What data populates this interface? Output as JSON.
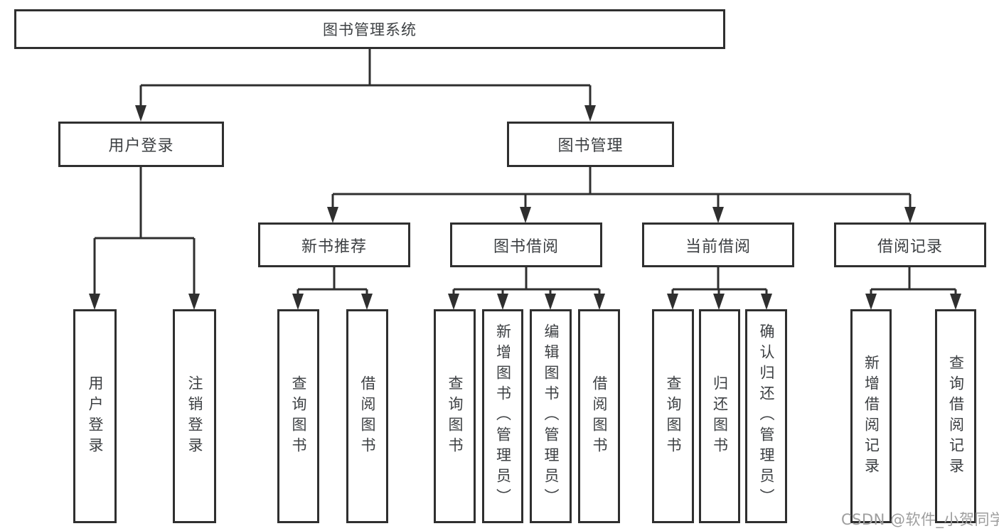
{
  "diagram": {
    "root": {
      "label": "图书管理系统"
    },
    "branches": [
      {
        "label": "用户登录",
        "children": [
          {
            "label": "用户登录"
          },
          {
            "label": "注销登录"
          }
        ]
      },
      {
        "label": "图书管理",
        "children": [
          {
            "label": "新书推荐",
            "children": [
              {
                "label": "查询图书"
              },
              {
                "label": "借阅图书"
              }
            ]
          },
          {
            "label": "图书借阅",
            "children": [
              {
                "label": "查询图书"
              },
              {
                "label": "新增图书（管理员）"
              },
              {
                "label": "编辑图书（管理员）"
              },
              {
                "label": "借阅图书"
              }
            ]
          },
          {
            "label": "当前借阅",
            "children": [
              {
                "label": "查询图书"
              },
              {
                "label": "归还图书"
              },
              {
                "label": "确认归还（管理员）"
              }
            ]
          },
          {
            "label": "借阅记录",
            "children": [
              {
                "label": "新增借阅记录"
              },
              {
                "label": "查询借阅记录"
              }
            ]
          }
        ]
      }
    ]
  },
  "watermark": {
    "text": "CSDN @软件_小贺同学"
  },
  "colors": {
    "line": "#2f2f2f",
    "text": "#3d4043",
    "watermark": "#9e9e9e",
    "background": "#ffffff"
  }
}
